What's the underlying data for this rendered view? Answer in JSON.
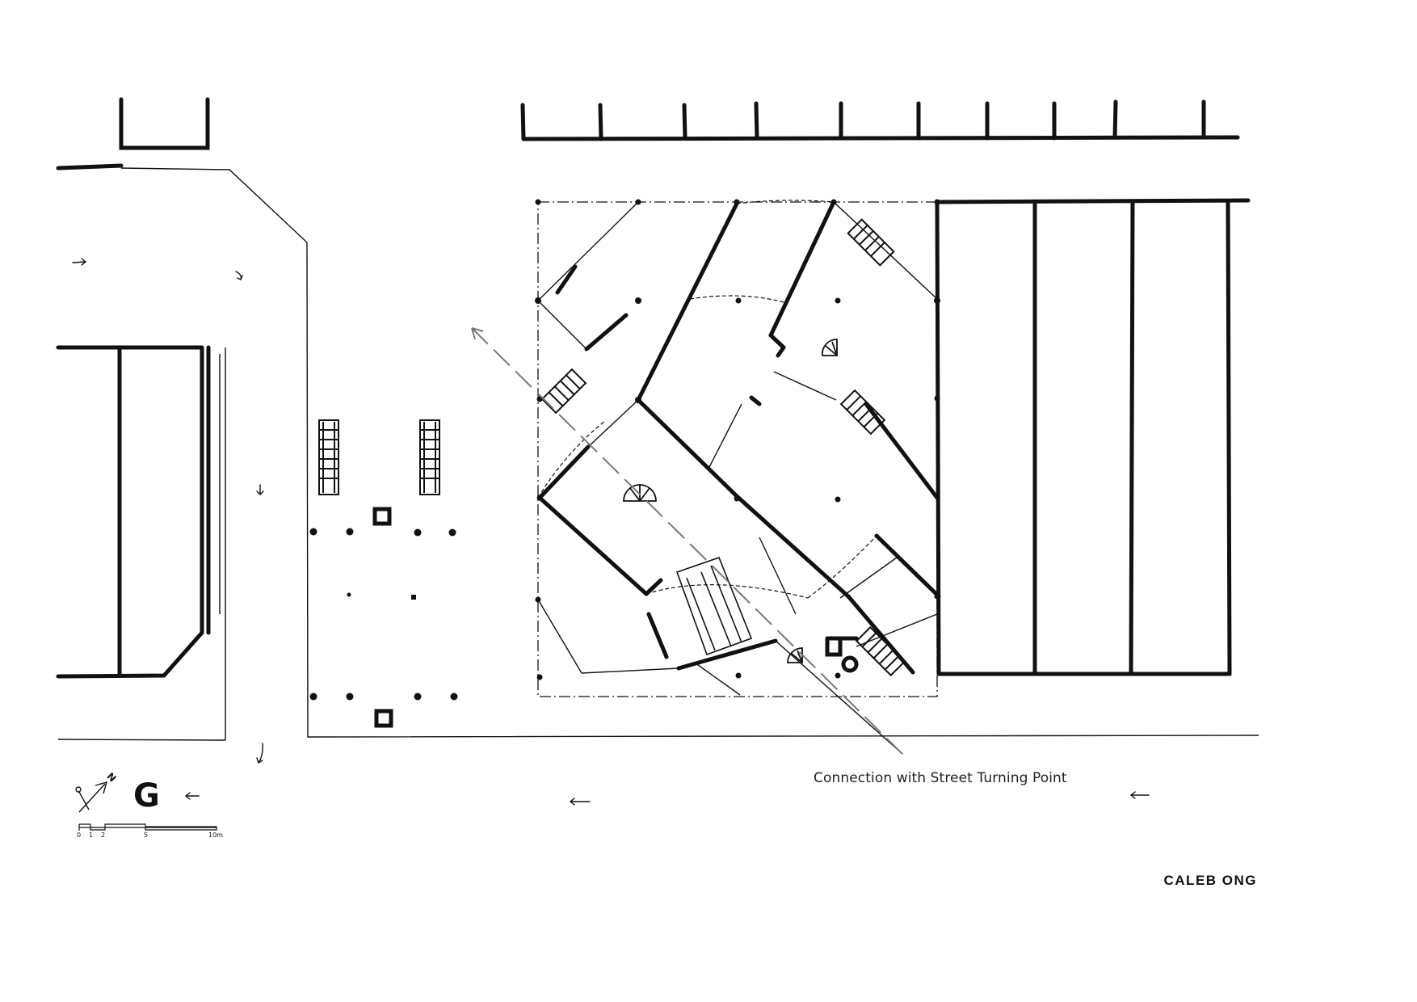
{
  "annotation": {
    "text": "Connection with Street Turning Point"
  },
  "author": "CALEB ONG",
  "floor_label": "G",
  "north_label": "N",
  "scale_bar": {
    "ticks": [
      "0",
      "1",
      "2",
      "5",
      "10m"
    ]
  },
  "colors": {
    "ink": "#111111",
    "paper": "#ffffff",
    "axis": "#777777"
  },
  "icons": [
    "north-arrow-icon",
    "flow-arrow-icon",
    "spiral-stair-icon",
    "straight-stair-icon"
  ]
}
